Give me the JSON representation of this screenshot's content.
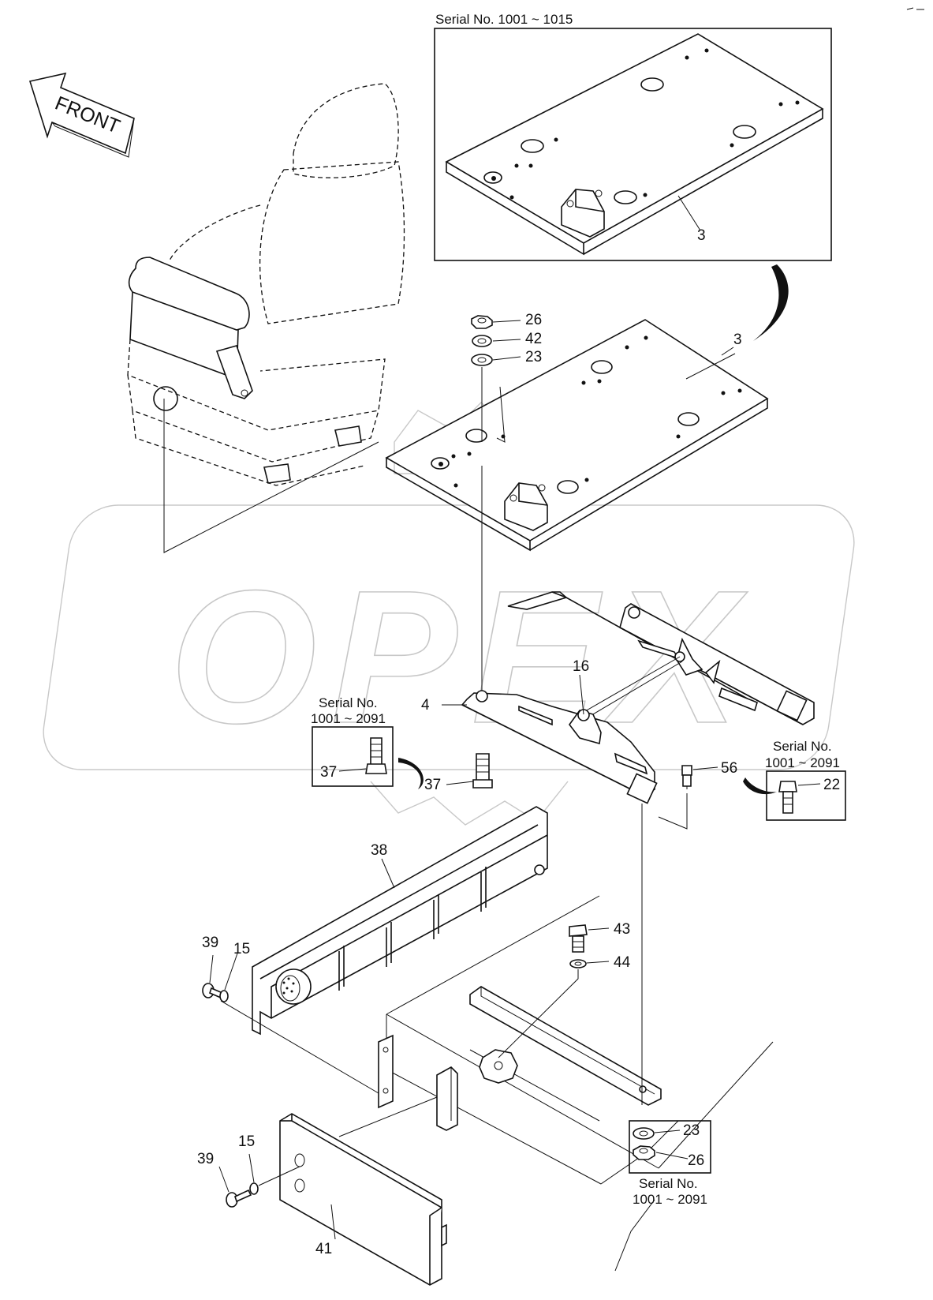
{
  "orientation": {
    "front_label": "FRONT"
  },
  "watermark": {
    "text": "OPEX"
  },
  "boxes": {
    "top_inset": {
      "serial": "Serial No. 1001 ~ 1015"
    },
    "left_inset": {
      "serial_line1": "Serial No.",
      "serial_line2": "1001 ~ 2091"
    },
    "right_inset": {
      "serial_line1": "Serial No.",
      "serial_line2": "1001 ~ 2091"
    },
    "bottom_inset": {
      "serial_line1": "Serial No.",
      "serial_line2": "1001 ~ 2091"
    }
  },
  "callouts": {
    "p3_inset": "3",
    "p3_main": "3",
    "p26_top": "26",
    "p42": "42",
    "p23_top": "23",
    "p4": "4",
    "p16": "16",
    "p37_box": "37",
    "p37": "37",
    "p56": "56",
    "p22": "22",
    "p38": "38",
    "p39_top": "39",
    "p15_top": "15",
    "p43": "43",
    "p44": "44",
    "p23_bottom": "23",
    "p26_bottom": "26",
    "p15_bottom": "15",
    "p39_bottom": "39",
    "p41": "41"
  }
}
